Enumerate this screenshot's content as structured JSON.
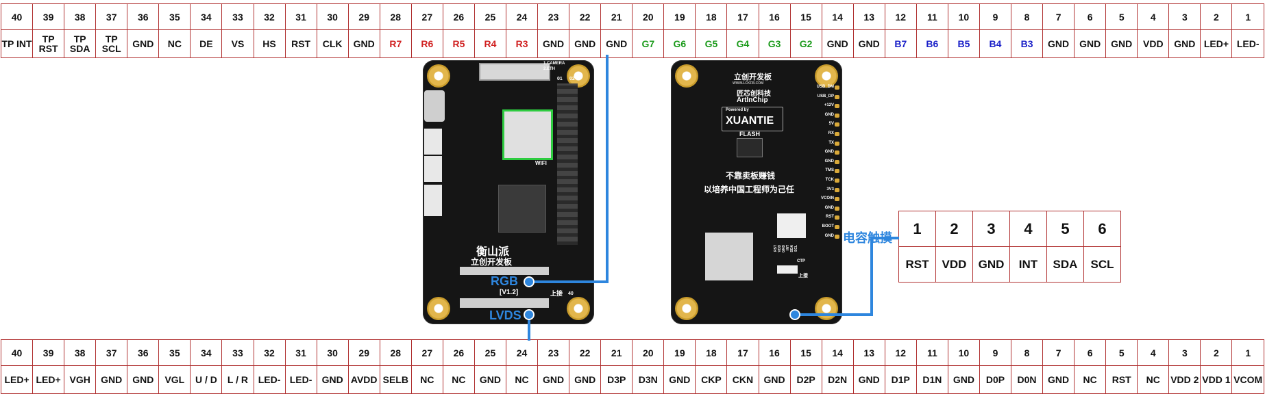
{
  "rgb_header": {
    "numbers": [
      "40",
      "39",
      "38",
      "37",
      "36",
      "35",
      "34",
      "33",
      "32",
      "31",
      "30",
      "29",
      "28",
      "27",
      "26",
      "25",
      "24",
      "23",
      "22",
      "21",
      "20",
      "19",
      "18",
      "17",
      "16",
      "15",
      "14",
      "13",
      "12",
      "11",
      "10",
      "9",
      "8",
      "7",
      "6",
      "5",
      "4",
      "3",
      "2",
      "1"
    ],
    "signals": [
      "TP INT",
      "TP RST",
      "TP SDA",
      "TP SCL",
      "GND",
      "NC",
      "DE",
      "VS",
      "HS",
      "RST",
      "CLK",
      "GND",
      "R7",
      "R6",
      "R5",
      "R4",
      "R3",
      "GND",
      "GND",
      "GND",
      "G7",
      "G6",
      "G5",
      "G4",
      "G3",
      "G2",
      "GND",
      "GND",
      "B7",
      "B6",
      "B5",
      "B4",
      "B3",
      "GND",
      "GND",
      "GND",
      "VDD",
      "GND",
      "LED+",
      "LED-"
    ],
    "signal_colors": [
      "",
      "",
      "",
      "",
      "",
      "",
      "",
      "",
      "",
      "",
      "",
      "",
      "red",
      "red",
      "red",
      "red",
      "red",
      "",
      "",
      "",
      "green",
      "green",
      "green",
      "green",
      "green",
      "green",
      "",
      "",
      "blue",
      "blue",
      "blue",
      "blue",
      "blue",
      "",
      "",
      "",
      "",
      "",
      "",
      ""
    ]
  },
  "lvds_header": {
    "numbers": [
      "40",
      "39",
      "38",
      "37",
      "36",
      "35",
      "34",
      "33",
      "32",
      "31",
      "30",
      "29",
      "28",
      "27",
      "26",
      "25",
      "24",
      "23",
      "22",
      "21",
      "20",
      "19",
      "18",
      "17",
      "16",
      "15",
      "14",
      "13",
      "12",
      "11",
      "10",
      "9",
      "8",
      "7",
      "6",
      "5",
      "4",
      "3",
      "2",
      "1"
    ],
    "signals": [
      "LED+",
      "LED+",
      "VGH",
      "GND",
      "GND",
      "VGL",
      "U / D",
      "L / R",
      "LED-",
      "LED-",
      "GND",
      "AVDD",
      "SELB",
      "NC",
      "NC",
      "GND",
      "NC",
      "GND",
      "GND",
      "D3P",
      "D3N",
      "GND",
      "CKP",
      "CKN",
      "GND",
      "D2P",
      "D2N",
      "GND",
      "D1P",
      "D1N",
      "GND",
      "D0P",
      "D0N",
      "GND",
      "NC",
      "RST",
      "NC",
      "VDD 2",
      "VDD 1",
      "VCOM"
    ]
  },
  "ctp_header": {
    "title": "电容触摸",
    "numbers": [
      "1",
      "2",
      "3",
      "4",
      "5",
      "6"
    ],
    "signals": [
      "RST",
      "VDD",
      "GND",
      "INT",
      "SDA",
      "SCL"
    ]
  },
  "front_board": {
    "name_line1": "衡山派",
    "name_line2": "立创开发板",
    "version": "[V1.2]",
    "wifi_label": "WIFI",
    "connector_label": "上接",
    "pin_01": "01",
    "pin_02": "02",
    "pin_40": "40",
    "camera_label": "1.CAMERA",
    "eth_label": "2.ETH",
    "rgb_callout": "RGB",
    "lvds_callout": "LVDS"
  },
  "back_board": {
    "brand": "立创开发板",
    "brand_url": "WWW.LCKFB.COM",
    "maker_cn": "匠芯创科技",
    "maker_en": "ArtInChip",
    "powered_by": "Powered by",
    "xuantie": "XUANTIE",
    "flash": "FLASH",
    "slogan1": "不靠卖板赚钱",
    "slogan2": "以培养中国工程师为己任",
    "side_pins": [
      "USB_DM",
      "USB_DP",
      "+12V",
      "GND",
      "5V",
      "RX",
      "TX",
      "GND",
      "GND",
      "TMS",
      "TCK",
      "3V3",
      "VCOIN",
      "GND",
      "RST",
      "BOOT",
      "GND"
    ],
    "ctp_pins": [
      "RST",
      "VDD",
      "GND",
      "INT",
      "SDA",
      "SCL"
    ],
    "ctp_label": "CTP",
    "connector_label": "上接"
  },
  "colors": {
    "grid": "#b03030",
    "red": "#d02020",
    "green": "#1a9a1a",
    "blue": "#1a20c8",
    "callout": "#2e86de"
  }
}
